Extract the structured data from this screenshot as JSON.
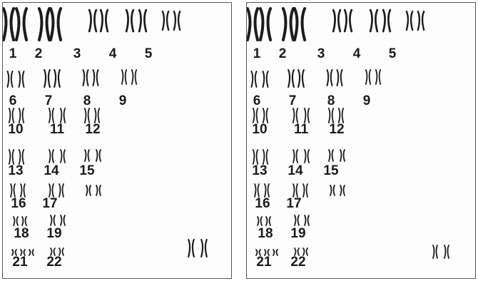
{
  "panels": [
    {
      "id": "karyotype-left",
      "labels": [
        "1",
        "2",
        "3",
        "4",
        "5",
        "6",
        "7",
        "8",
        "9",
        "10",
        "11",
        "12",
        "13",
        "14",
        "15",
        "16",
        "17",
        "18",
        "19",
        "21",
        "22"
      ]
    },
    {
      "id": "karyotype-right",
      "labels": [
        "1",
        "2",
        "3",
        "4",
        "5",
        "6",
        "7",
        "8",
        "9",
        "10",
        "11",
        "12",
        "13",
        "14",
        "15",
        "16",
        "17",
        "18",
        "19",
        "21",
        "22"
      ]
    }
  ],
  "colors": {
    "border": "#555555",
    "ink": "#1c1c1c"
  }
}
